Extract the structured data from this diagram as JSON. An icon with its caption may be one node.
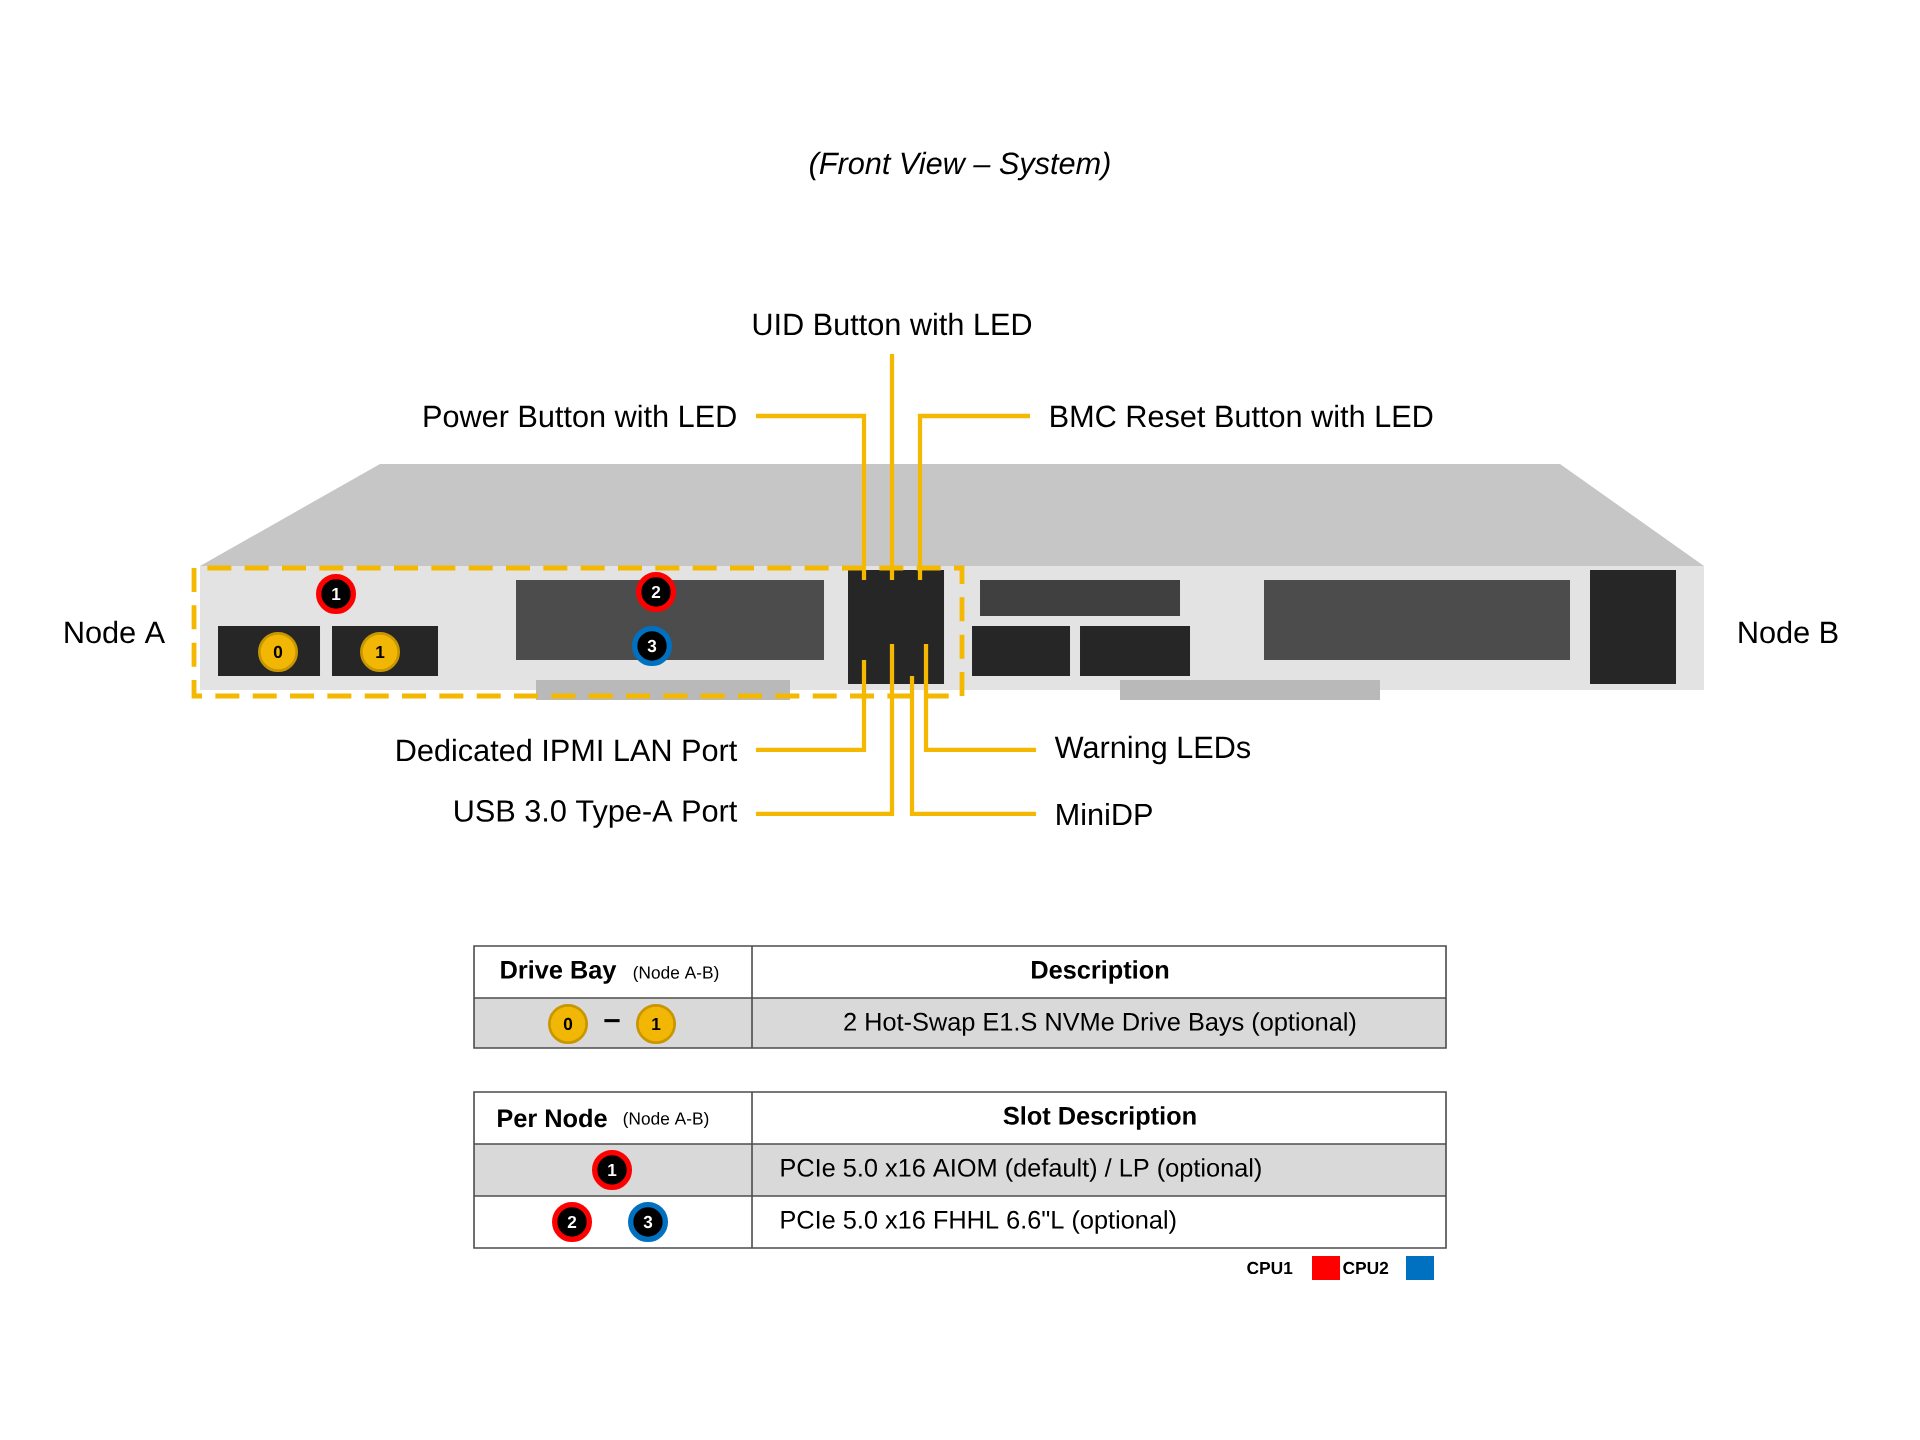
{
  "diagram": {
    "title": "(Front View – System)",
    "nodes": [
      {
        "text": [
          "UID Button with LED"
        ]
      },
      {
        "text": [
          "Power Button with LED"
        ]
      },
      {
        "text": [
          "BMC Reset Button with LED"
        ]
      },
      {
        "text": [
          "Dedicated IPMI LAN Port"
        ]
      },
      {
        "text": [
          "Warning LEDs"
        ]
      },
      {
        "text": [
          "USB 3.0 Type-A Port"
        ]
      },
      {
        "text": [
          "MiniDP"
        ]
      }
    ],
    "edges": [
      {
        "from": 0,
        "to": null,
        "arrow": "none"
      },
      {
        "from": 1,
        "to": null,
        "arrow": "none"
      },
      {
        "from": 2,
        "to": null,
        "arrow": "none"
      },
      {
        "from": 3,
        "to": null,
        "arrow": "none"
      },
      {
        "from": 4,
        "to": null,
        "arrow": "none"
      },
      {
        "from": 5,
        "to": null,
        "arrow": "none"
      },
      {
        "from": 6,
        "to": null,
        "arrow": "none"
      }
    ],
    "labels": [
      "Node A",
      "1",
      "2",
      "0",
      "1",
      "3",
      "Node B",
      "Drive Bay",
      "(Node A-B)",
      "Description",
      "0",
      "–",
      "1",
      "2 Hot-Swap E1.S NVMe Drive Bays (optional)",
      "Per Node",
      "(Node A-B)",
      "Slot Description",
      "1",
      "PCIe 5.0 x16 AIOM (default) / LP (optional)",
      "2",
      "3",
      "PCIe 5.0 x16 FHHL 6.6\"L (optional)"
    ],
    "legend": [
      {
        "text": "CPU1",
        "color": "#ff0000"
      },
      {
        "text": "CPU2",
        "color": "#0070c0"
      }
    ]
  }
}
